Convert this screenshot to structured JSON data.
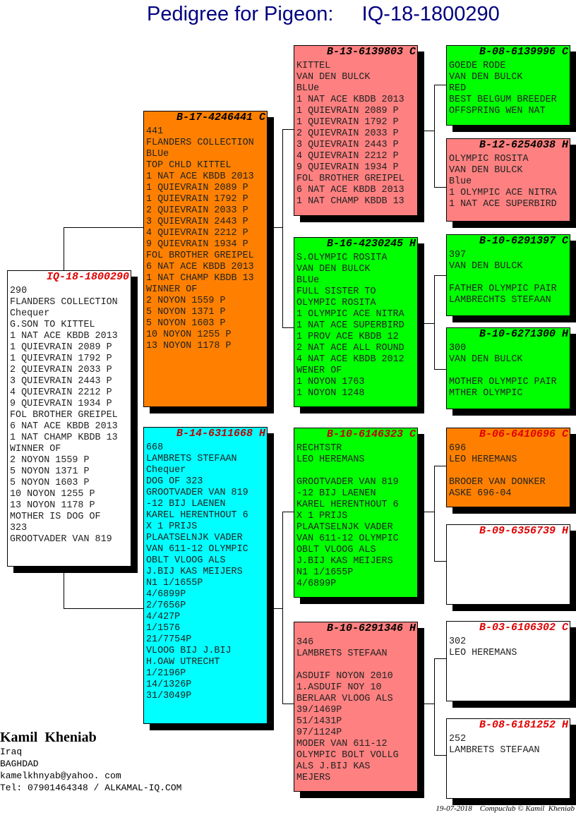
{
  "title": "Pedigree for Pigeon:     IQ-18-1800290",
  "boxes": [
    {
      "ring": "IQ-18-1800290",
      "bg": "#FFFFFF",
      "ring_color": "#E00000",
      "lines": [
        "290",
        "FLANDERS COLLECTION",
        "Chequer",
        "G.SON TO KITTEL",
        "1 NAT ACE KBDB 2013",
        "1 QUIEVRAIN 2089 P",
        "1 QUIEVRAIN 1792 P",
        "2 QUIEVRAIN 2033 P",
        "3 QUIEVRAIN 2443 P",
        "4 QUIEVRAIN 2212 P",
        "9 QUIEVRAIN 1934 P",
        "FOL BROTHER GREIPEL",
        "6 NAT ACE KBDB 2013",
        "1 NAT CHAMP KBDB 13",
        "WINNER OF",
        "2 NOYON 1559 P",
        "5 NOYON 1371 P",
        "5 NOYON 1603 P",
        "10 NOYON 1255 P",
        "13 NOYON 1178 P",
        "MOTHER IS DOG OF",
        "323",
        "GROOTVADER VAN 819"
      ]
    },
    {
      "ring": "B-17-4246441 C",
      "bg": "#FF8000",
      "ring_color": "#000000",
      "lines": [
        "441",
        "FLANDERS COLLECTION",
        "BLUe",
        "TOP CHLD KITTEL",
        "1 NAT ACE KBDB 2013",
        "1 QUIEVRAIN 2089 P",
        "1 QUIEVRAIN 1792 P",
        "2 QUIEVRAIN 2033 P",
        "3 QUIEVRAIN 2443 P",
        "4 QUIEVRAIN 2212 P",
        "9 QUIEVRAIN 1934 P",
        "FOL BROTHER GREIPEL",
        "6 NAT ACE KBDB 2013",
        "1 NAT CHAMP KBDB 13",
        "WINNER OF",
        "2 NOYON 1559 P",
        "5 NOYON 1371 P",
        "5 NOYON 1603 P",
        "10 NOYON 1255 P",
        "13 NOYON 1178 P"
      ]
    },
    {
      "ring": "B-14-6311668 H",
      "bg": "#00FFFF",
      "ring_color": "#C00000",
      "lines": [
        "668",
        "LAMBRETS STEFAAN",
        "Chequer",
        "DOG OF 323",
        "GROOTVADER VAN 819",
        "-12 BIJ LAENEN",
        "KAREL HERENTHOUT 6",
        "X 1 PRIJS",
        "PLAATSELNJK VADER",
        "VAN 611-12 OLYMPIC",
        "OBLT VLOOG ALS",
        "J.BIJ KAS MEIJERS",
        "N1 1/1655P",
        "4/6899P",
        "2/7656P",
        "4/427P",
        "1/1576",
        "21/7754P",
        "VLOOG BIJ J.BIJ",
        "H.OAW UTRECHT",
        "1/2196P",
        "14/1326P",
        "31/3049P"
      ]
    },
    {
      "ring": "B-13-6139803 C",
      "bg": "#FF8080",
      "ring_color": "#000000",
      "lines": [
        "KITTEL",
        "VAN DEN BULCK",
        "BLUe",
        "1 NAT ACE KBDB 2013",
        "1 QUIEVRAIN 2089 P",
        "1 QUIEVRAIN 1792 P",
        "2 QUIEVRAIN 2033 P",
        "3 QUIEVRAIN 2443 P",
        "4 QUIEVRAIN 2212 P",
        "9 QUIEVRAIN 1934 P",
        "FOL BROTHER GREIPEL",
        "6 NAT ACE KBDB 2013",
        "1 NAT CHAMP KBDB 13"
      ]
    },
    {
      "ring": "B-16-4230245 H",
      "bg": "#00FF00",
      "ring_color": "#000000",
      "lines": [
        "S.OLYMPIC ROSITA",
        "VAN DEN BULCK",
        "BLUe",
        "FULL SISTER TO",
        "OLYMPIC ROSITA",
        "1 OLYMPIC ACE NITRA",
        "1 NAT ACE SUPERBIRD",
        "1 PROV ACE KBDB 12",
        "2 NAT ACE ALL ROUND",
        "4 NAT ACE KBDB 2012",
        "WENER OF",
        "1 NOYON 1763",
        "1 NOYON 1248"
      ]
    },
    {
      "ring": "B-10-6146323 C",
      "bg": "#00FF00",
      "ring_color": "#C00000",
      "lines": [
        "RECHTSTR",
        "LEO HEREMANS",
        "",
        "GROOTVADER VAN 819",
        "-12 BIJ LAENEN",
        "KAREL HERENTHOUT 6",
        "X 1 PRIJS",
        "PLAATSELNJK VADER",
        "VAN 611-12 OLYMPIC",
        "OBLT VLOOG ALS",
        "J.BIJ KAS MEIJERS",
        "N1 1/1655P",
        "4/6899P"
      ]
    },
    {
      "ring": "B-10-6291346 H",
      "bg": "#FF8080",
      "ring_color": "#000000",
      "lines": [
        "346",
        "LAMBRETS STEFAAN",
        "",
        "ASDUIF NOYON 2010",
        "1.ASDUIF NOY 10",
        "BERLAAR VLOOG ALS",
        "39/1469P",
        "51/1431P",
        "97/1124P",
        "MODER VAN 611-12",
        "OLYMPIC BOLT VOLLG",
        "ALS J.BIJ KAS",
        "MEJERS"
      ]
    },
    {
      "ring": "B-08-6139996 C",
      "bg": "#00FF00",
      "ring_color": "#000000",
      "lines": [
        "GOEDE RODE",
        "VAN DEN BULCK",
        "RED",
        "BEST BELGUM BREEDER",
        "OFFSPRING WEN NAT"
      ]
    },
    {
      "ring": "B-12-6254038 H",
      "bg": "#FF8080",
      "ring_color": "#000000",
      "lines": [
        "OLYMPIC ROSITA",
        "VAN DEN BULCK",
        "Blue",
        "1 OLYMPIC ACE NITRA",
        "1 NAT ACE SUPERBIRD"
      ]
    },
    {
      "ring": "B-10-6291397 C",
      "bg": "#00FF00",
      "ring_color": "#000000",
      "lines": [
        "397",
        "VAN DEN BULCK",
        "",
        "FATHER OLYMPIC PAIR",
        "LAMBRECHTS STEFAAN"
      ]
    },
    {
      "ring": "B-10-6271300 H",
      "bg": "#00FF00",
      "ring_color": "#000000",
      "lines": [
        "300",
        "VAN DEN BULCK",
        "",
        "MOTHER OLYMPIC PAIR",
        "MTHER OLYMPIC"
      ]
    },
    {
      "ring": "B-06-6410696 C",
      "bg": "#FF8000",
      "ring_color": "#E00000",
      "lines": [
        "696",
        "LEO HEREMANS",
        "",
        "BROOER VAN DONKER",
        "ASKE 696-04"
      ]
    },
    {
      "ring": "B-09-6356739 H",
      "bg": "#FFFFFF",
      "ring_color": "#E00000",
      "lines": []
    },
    {
      "ring": "B-03-6106302 C",
      "bg": "#FFFFFF",
      "ring_color": "#E00000",
      "lines": [
        "302",
        "LEO HEREMANS"
      ]
    },
    {
      "ring": "B-08-6181252 H",
      "bg": "#FFFFFF",
      "ring_color": "#E00000",
      "lines": [
        "252",
        "LAMBRETS STEFAAN"
      ]
    }
  ],
  "owner": {
    "name": "Kamil  Kheniab",
    "country": "Iraq",
    "city": "BAGHDAD",
    "email": "kamelkhnyab@yahoo. com",
    "tel": "Tel: 07901464348 / ALKAMAL-IQ.COM"
  },
  "footer": "19-07-2018    Compuclub © Kamil  Kheniab"
}
